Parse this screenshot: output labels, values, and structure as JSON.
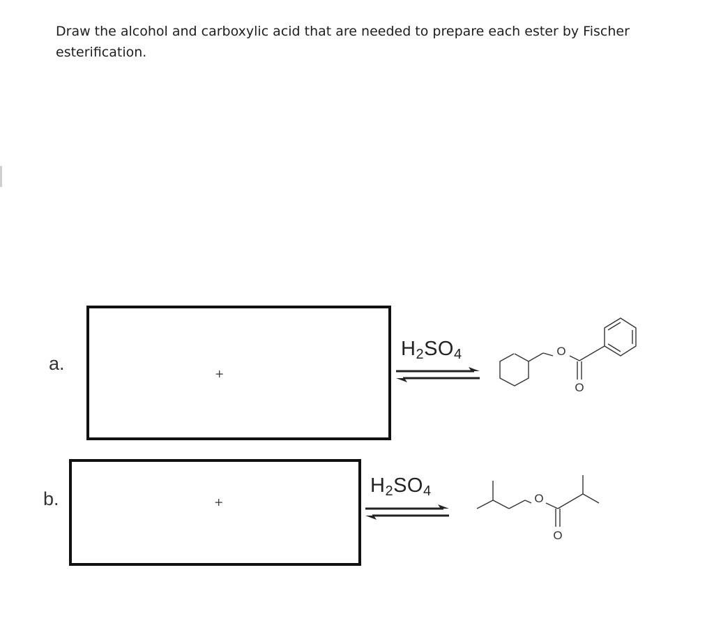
{
  "question": {
    "text": "Draw the alcohol and carboxylic acid that are needed to prepare each ester by Fischer esterification."
  },
  "parts": [
    {
      "label": "a.",
      "plus": "+",
      "catalyst": {
        "h": "H",
        "h_sub": "2",
        "so": "SO",
        "so_sub": "4"
      },
      "ester": {
        "oxygen_label": "O",
        "carbonyl_label": "O"
      }
    },
    {
      "label": "b.",
      "plus": "+",
      "catalyst": {
        "h": "H",
        "h_sub": "2",
        "so": "SO",
        "so_sub": "4"
      },
      "ester": {
        "oxygen_label": "O",
        "carbonyl_label": "O"
      }
    }
  ]
}
